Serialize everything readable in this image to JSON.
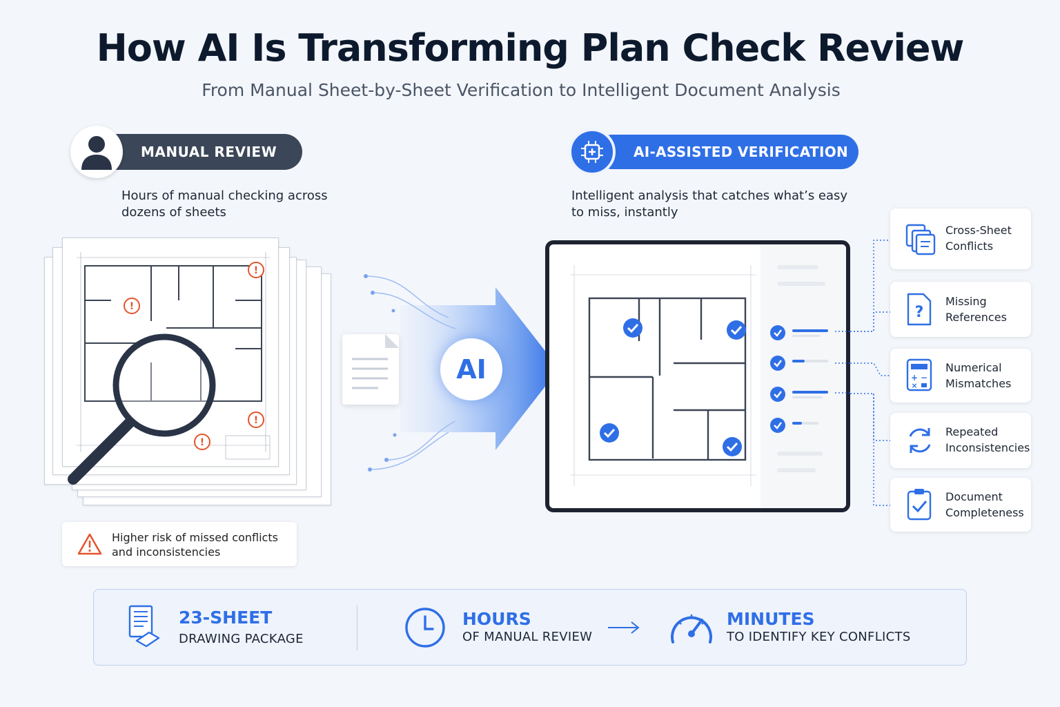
{
  "header": {
    "title": "How AI Is Transforming Plan Check Review",
    "subtitle": "From Manual Sheet-by-Sheet Verification to Intelligent Document Analysis"
  },
  "manual": {
    "pill_label": "MANUAL REVIEW",
    "description": "Hours of manual checking across dozens of sheets",
    "warning": "Higher risk of missed conflicts and inconsistencies",
    "icon": "person-icon"
  },
  "ai": {
    "pill_label": "AI-ASSISTED VERIFICATION",
    "description": "Intelligent analysis that catches what’s easy to miss, instantly",
    "center_label": "AI",
    "icon": "chip-icon"
  },
  "features": [
    {
      "label": "Cross-Sheet Conflicts",
      "icon": "copy-sheets-icon"
    },
    {
      "label": "Missing References",
      "icon": "question-doc-icon"
    },
    {
      "label": "Numerical Mismatches",
      "icon": "calculator-icon"
    },
    {
      "label": "Repeated Inconsistencies",
      "icon": "refresh-icon"
    },
    {
      "label": "Document Completeness",
      "icon": "clipboard-check-icon"
    }
  ],
  "stats": {
    "sheets_title": "23-SHEET",
    "sheets_sub": "DRAWING PACKAGE",
    "hours_title": "HOURS",
    "hours_sub": "OF MANUAL REVIEW",
    "minutes_title": "MINUTES",
    "minutes_sub": "TO IDENTIFY KEY CONFLICTS"
  },
  "colors": {
    "accent": "#2f6fe6",
    "dark_pill": "#3b4658",
    "warning": "#e5532b",
    "title": "#0d1a2d"
  }
}
